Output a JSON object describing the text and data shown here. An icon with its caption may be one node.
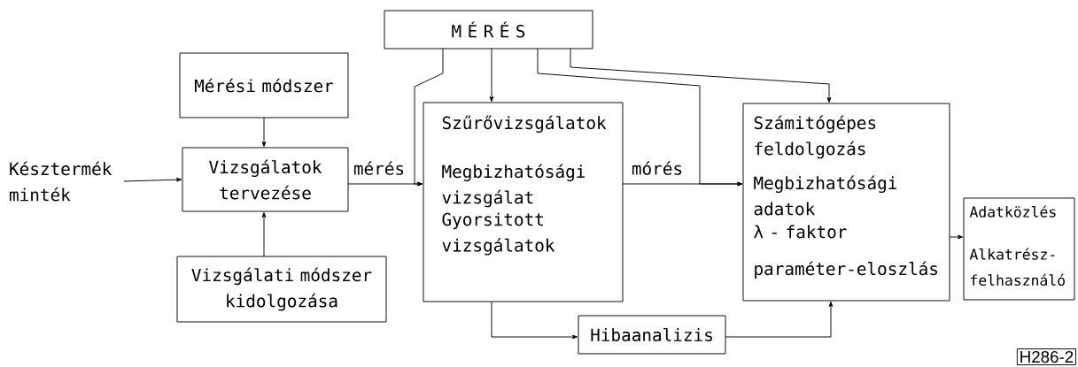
{
  "diagram": {
    "nodes": [
      {
        "text": [
          "M É R É S"
        ]
      },
      {
        "text": [
          "Mérési módszer"
        ]
      },
      {
        "text": [
          "Vizsgálatok tervezése"
        ]
      },
      {
        "text": [
          "Vizsgálati módszer kidolgozása"
        ]
      },
      {
        "text": [
          "Késztermék minték"
        ]
      },
      {
        "text": [
          "Szűrővizsgálatok",
          "Megbizhatósági vizsgálat",
          "Gyorsitott vizsgálatok"
        ]
      },
      {
        "text": [
          "Számitógépes feldolgozás",
          "Megbizhatósági adatok",
          "λ - faktor",
          "paraméter-eloszlás"
        ]
      },
      {
        "text": [
          "Adatközlés",
          "Alkatrész- felhasználó"
        ]
      },
      {
        "text": [
          "Hibaanalizis"
        ]
      }
    ],
    "edges": [
      {
        "from": 1,
        "to": 2,
        "arrow": "to"
      },
      {
        "from": 3,
        "to": 2,
        "arrow": "to"
      },
      {
        "from": 4,
        "to": 2,
        "arrow": "to"
      },
      {
        "from": 2,
        "to": 5,
        "arrow": "to",
        "label": "mérés"
      },
      {
        "from": 0,
        "to": 5,
        "arrow": "to"
      },
      {
        "from": 0,
        "to": 5,
        "arrow": "to"
      },
      {
        "from": 5,
        "to": 6,
        "arrow": "to",
        "label": "mórés"
      },
      {
        "from": 0,
        "to": 6,
        "arrow": "to"
      },
      {
        "from": 0,
        "to": 6,
        "arrow": "to"
      },
      {
        "from": 6,
        "to": 7,
        "arrow": "to"
      },
      {
        "from": 5,
        "to": 8,
        "arrow": "to"
      },
      {
        "from": 8,
        "to": 6,
        "arrow": "to"
      }
    ],
    "labels": [
      "H286-2"
    ]
  }
}
